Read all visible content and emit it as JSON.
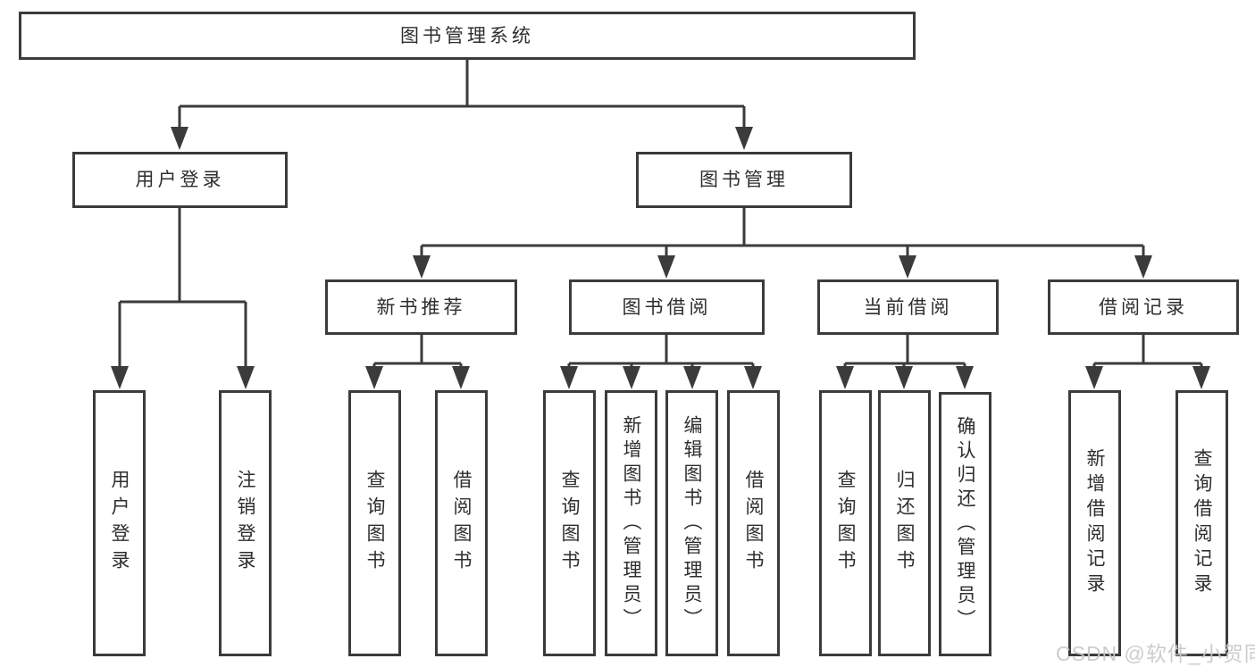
{
  "diagram_title": "图书管理系统",
  "nodes": {
    "root": "图书管理系统",
    "user_login": "用户登录",
    "book_management": "图书管理",
    "new_book_recommend": "新书推荐",
    "book_borrow": "图书借阅",
    "current_borrow": "当前借阅",
    "borrow_record": "借阅记录",
    "leaves": {
      "user_login": "用户登录",
      "logout": "注销登录",
      "nr_query_book": "查询图书",
      "nr_borrow_book": "借阅图书",
      "bb_query_book": "查询图书",
      "bb_add_book": "新增图书（管理员）",
      "bb_edit_book": "编辑图书（管理员）",
      "bb_borrow_book": "借阅图书",
      "cb_query_book": "查询图书",
      "cb_return_book": "归还图书",
      "cb_confirm_return": "确认归还（管理员）",
      "br_add_record": "新增借阅记录",
      "br_query_record": "查询借阅记录"
    }
  },
  "watermark": "CSDN @软件_小贺同学",
  "colors": {
    "line": "#3b3b3b",
    "text": "#2e2e2e",
    "watermark": "#c9c9c9",
    "background": "#ffffff"
  }
}
